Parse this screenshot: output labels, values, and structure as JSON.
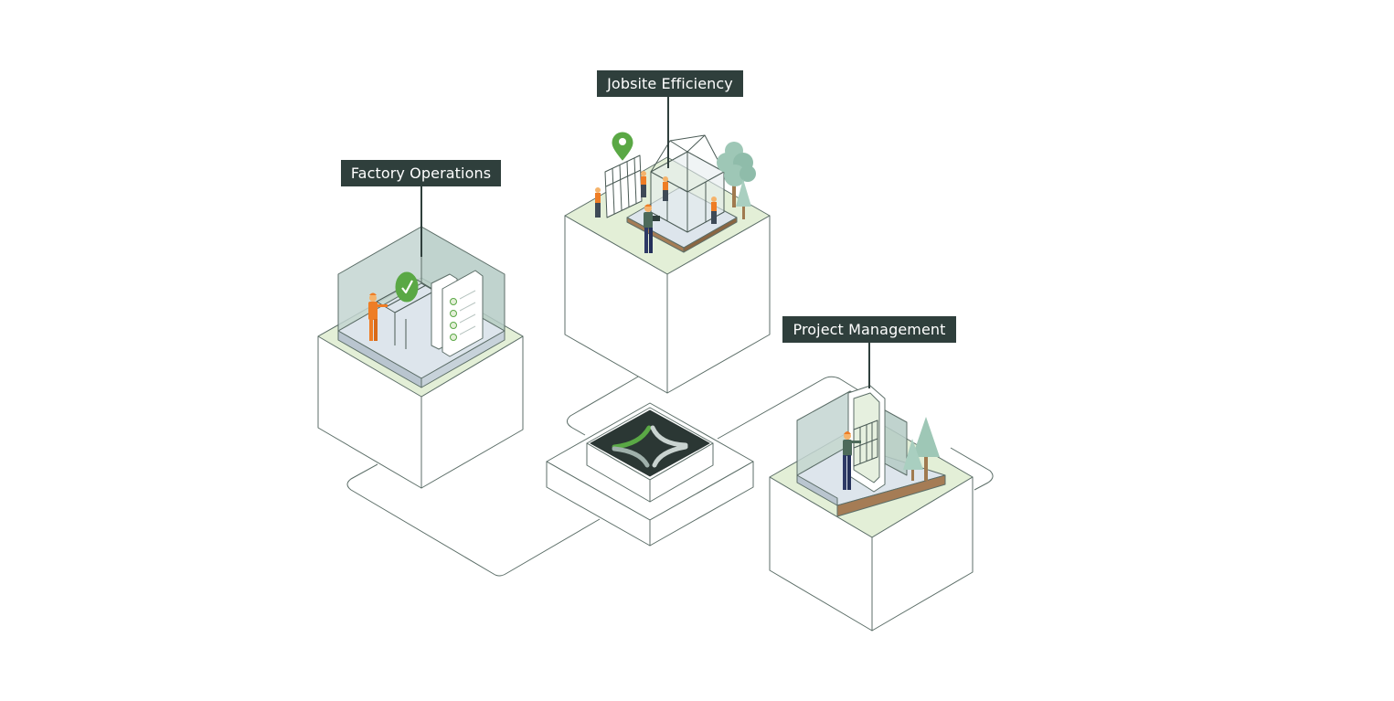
{
  "labels": {
    "factory": "Factory Operations",
    "jobsite": "Jobsite Efficiency",
    "project": "Project Management"
  },
  "colors": {
    "label_bg": "#2f3f3c",
    "grass": "#e3efd7",
    "outline": "#5c6e68",
    "accent_green": "#5aa845",
    "worker_orange": "#ee7d25",
    "tree": "#9ec7b6",
    "glass": "#c3d5d1",
    "floor": "#dde5ec",
    "hub_dark": "#2b3734"
  }
}
